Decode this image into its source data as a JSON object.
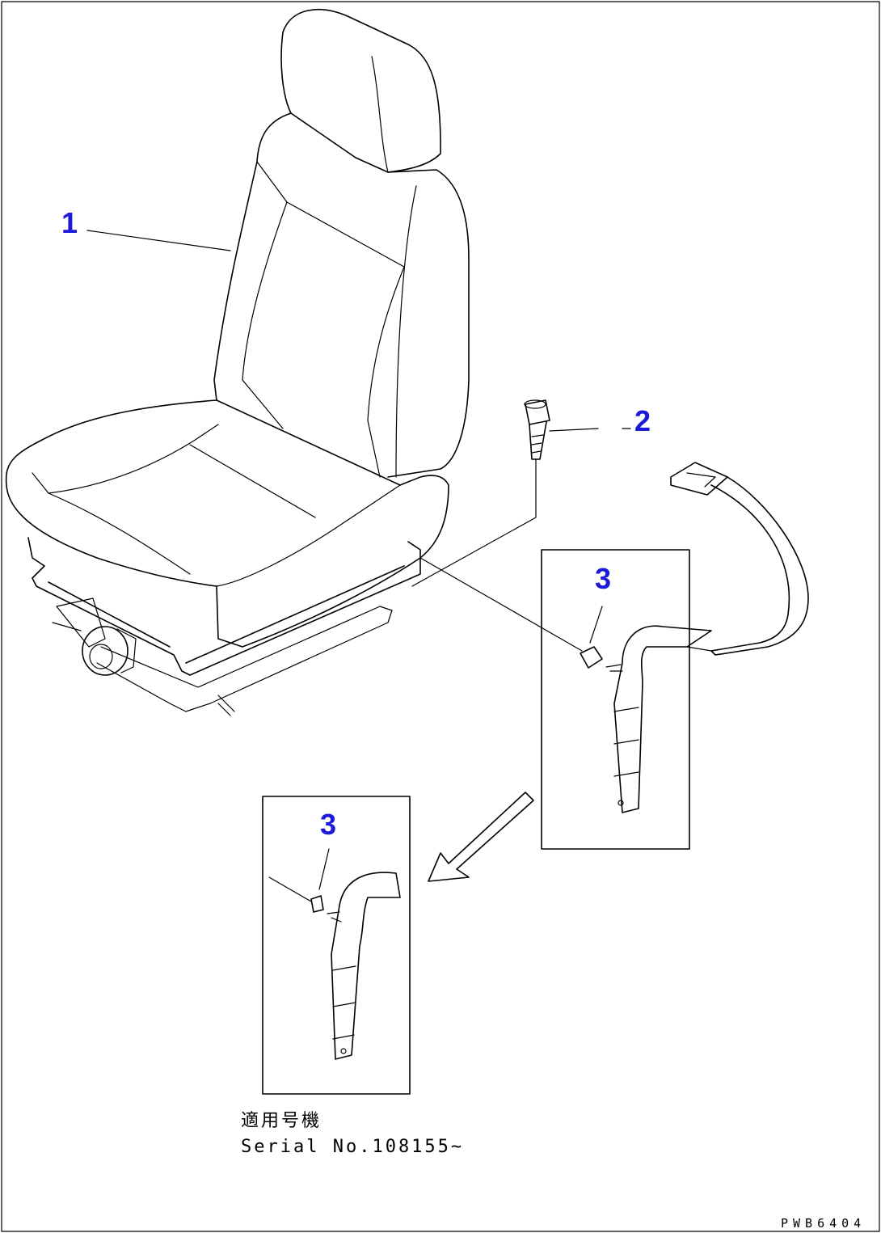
{
  "callouts": {
    "seat": "1",
    "bolt": "2",
    "belt_anchor": "3",
    "belt_anchor_detail": "3"
  },
  "applicability": {
    "label_jp": "適用号機",
    "serial": "Serial No.108155~"
  },
  "drawing_code": "PWB6404",
  "colors": {
    "callout": "#1a1ad8",
    "line": "#000000",
    "background": "#ffffff"
  }
}
